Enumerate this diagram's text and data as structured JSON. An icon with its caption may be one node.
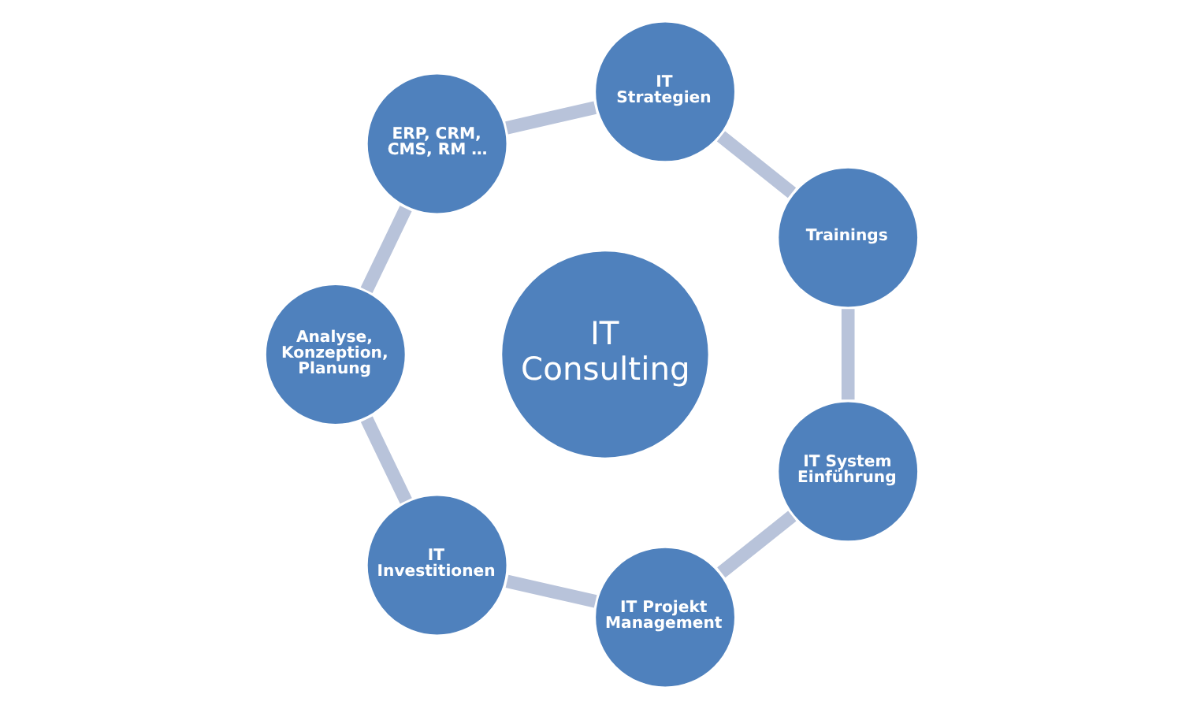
{
  "diagram": {
    "nodes": [
      {
        "text": [
          "IT Consulting"
        ]
      },
      {
        "text": [
          "IT Strategien"
        ]
      },
      {
        "text": [
          "Trainings"
        ]
      },
      {
        "text": [
          "IT System Einführung"
        ]
      },
      {
        "text": [
          "IT Projekt Management"
        ]
      },
      {
        "text": [
          "IT Investitionen"
        ]
      },
      {
        "text": [
          "Analyse, Konzeption, Planung"
        ]
      },
      {
        "text": [
          "ERP, CRM, CMS, RM …"
        ]
      }
    ],
    "edges": [
      {
        "from": 1,
        "to": 2,
        "arrow": "none"
      },
      {
        "from": 2,
        "to": 3,
        "arrow": "none"
      },
      {
        "from": 3,
        "to": 4,
        "arrow": "none"
      },
      {
        "from": 4,
        "to": 5,
        "arrow": "none"
      },
      {
        "from": 5,
        "to": 6,
        "arrow": "none"
      },
      {
        "from": 6,
        "to": 7,
        "arrow": "none"
      },
      {
        "from": 7,
        "to": 1,
        "arrow": "none"
      }
    ]
  }
}
